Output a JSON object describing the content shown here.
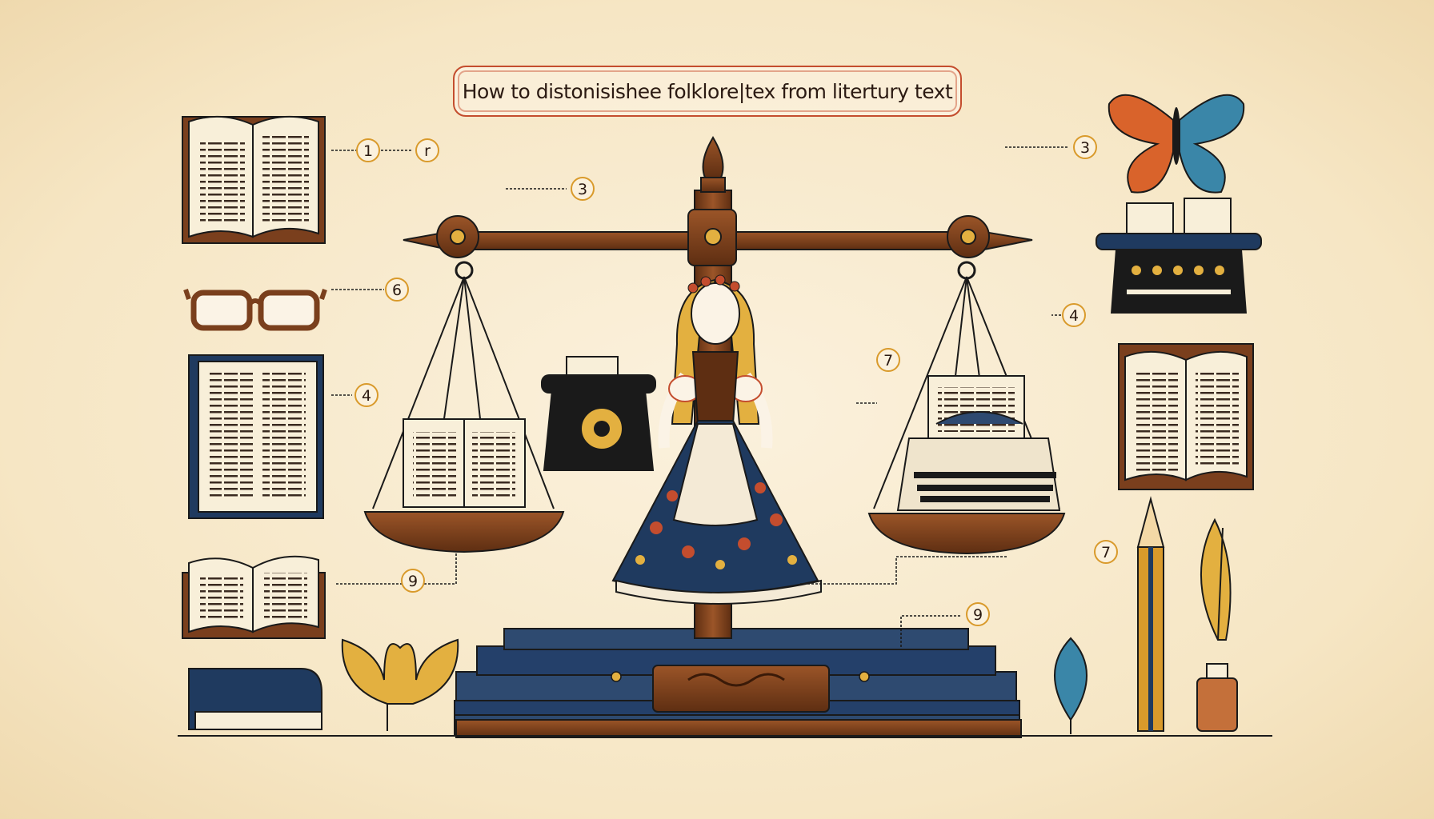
{
  "title": "How to distonisishee folklore|tex from litertury text",
  "callouts": [
    {
      "label": "1"
    },
    {
      "label": "r"
    },
    {
      "label": "3"
    },
    {
      "label": "3"
    },
    {
      "label": "6"
    },
    {
      "label": "4"
    },
    {
      "label": "4"
    },
    {
      "label": "7"
    },
    {
      "label": "9"
    },
    {
      "label": "7"
    },
    {
      "label": "9"
    }
  ],
  "colors": {
    "background": "#f8ebcf",
    "wood": "#7a3f1d",
    "wood_dark": "#4a2410",
    "navy": "#1f3a5f",
    "accent_red": "#c44d2e",
    "gold": "#d99a2b"
  },
  "icons": [
    "open-book-icon",
    "glasses-icon",
    "book-icon",
    "typewriter-icon",
    "butterfly-icon",
    "leaf-icon",
    "pencil-icon",
    "quill-icon",
    "ink-bottle-icon",
    "scale-icon",
    "folk-doll-icon"
  ]
}
